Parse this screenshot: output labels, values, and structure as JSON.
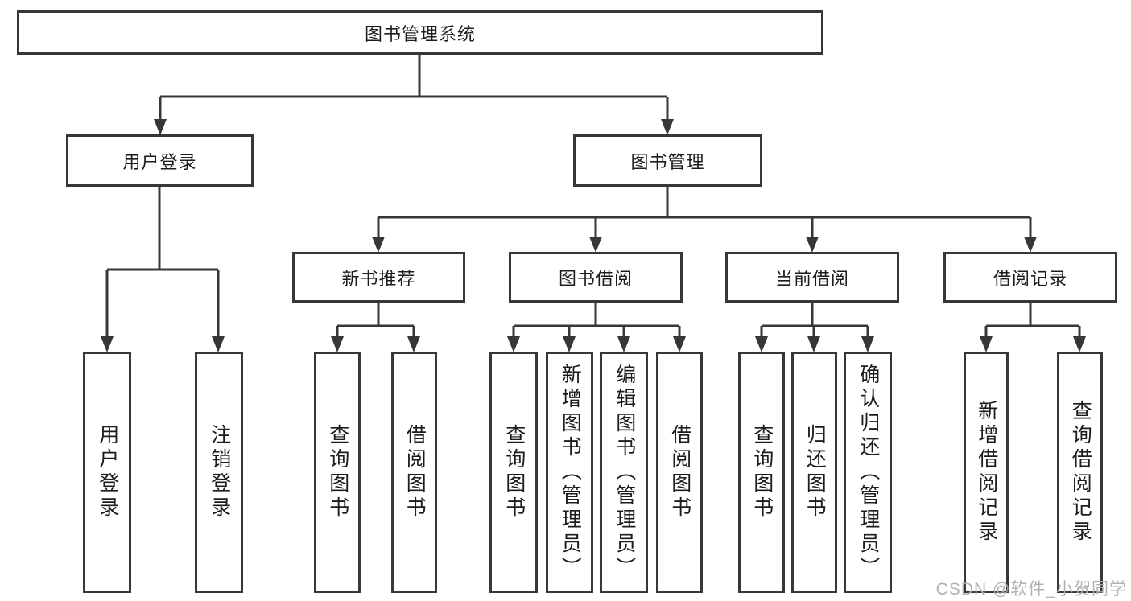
{
  "nodes": {
    "root": "图书管理系统",
    "user_login": "用户登录",
    "book_mgmt": "图书管理",
    "new_books": "新书推荐",
    "book_borrow": "图书借阅",
    "current_borrow": "当前借阅",
    "borrow_records": "借阅记录",
    "leaf_user_login": "用户登录",
    "leaf_logout": "注销登录",
    "leaf_nb_query": "查询图书",
    "leaf_nb_borrow": "借阅图书",
    "leaf_bb_query": "查询图书",
    "leaf_bb_add": "新增图书（管理员）",
    "leaf_bb_edit": "编辑图书（管理员）",
    "leaf_bb_borrow": "借阅图书",
    "leaf_cb_query": "查询图书",
    "leaf_cb_return": "归还图书",
    "leaf_cb_confirm": "确认归还（管理员）",
    "leaf_br_add": "新增借阅记录",
    "leaf_br_query": "查询借阅记录"
  },
  "watermark": "CSDN @软件_小贺同学",
  "colors": {
    "line": "#373737",
    "text": "#1c1c1c",
    "watermark": "#aeaeae",
    "background": "#ffffff"
  }
}
